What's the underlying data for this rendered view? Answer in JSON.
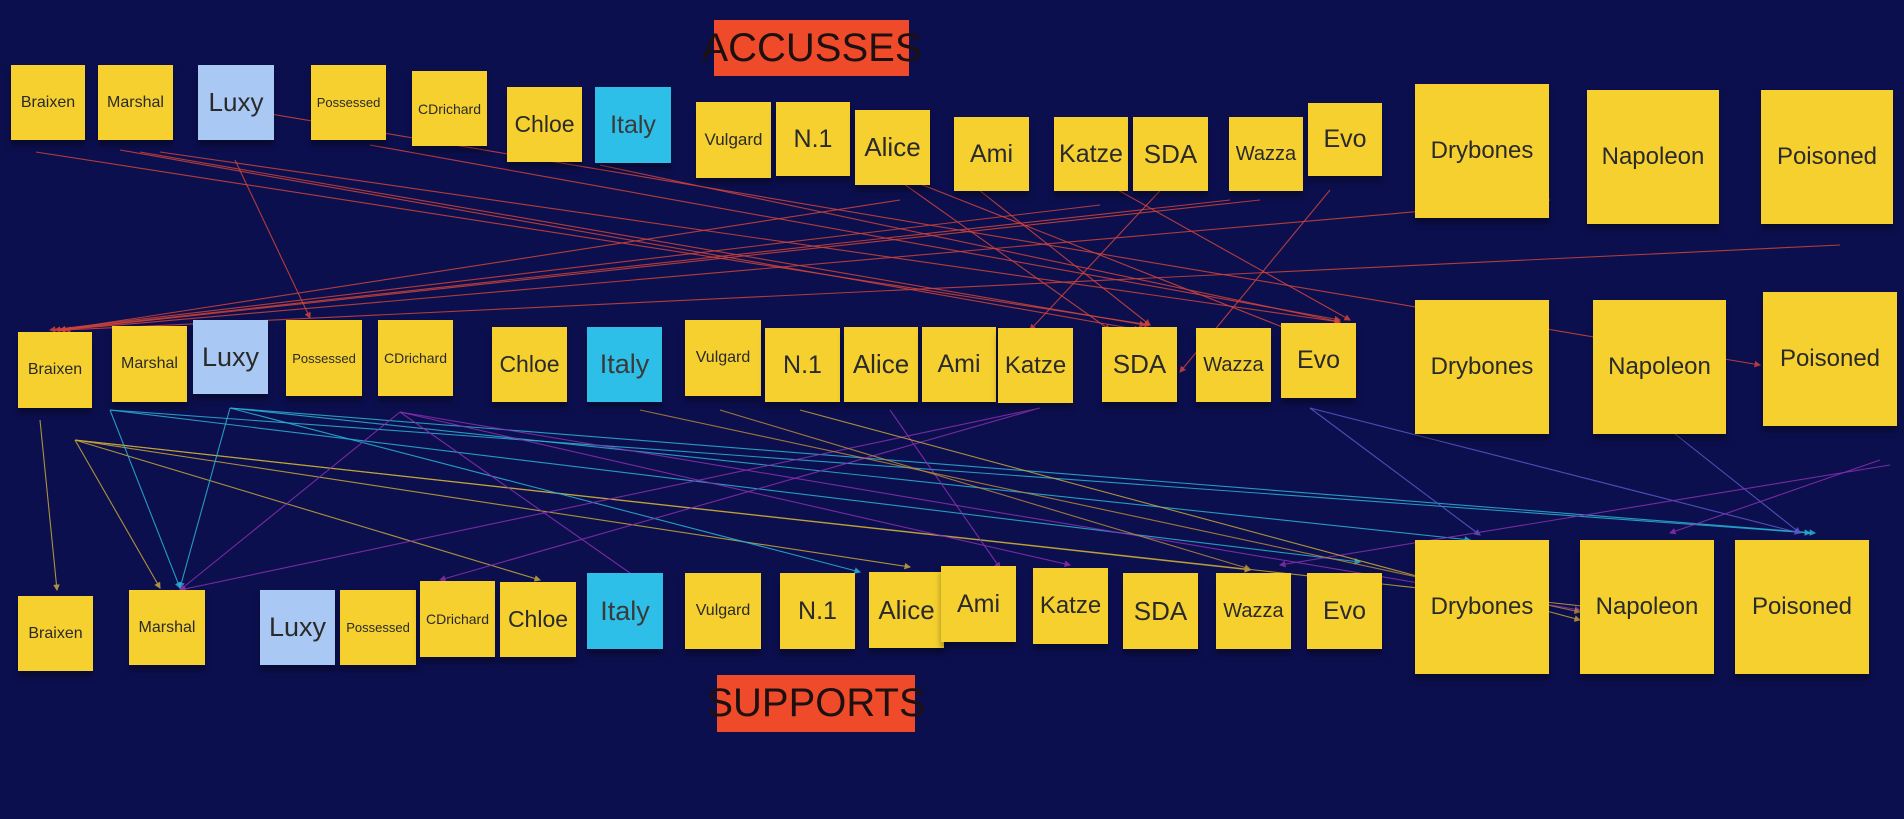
{
  "headers": {
    "accuses": "ACCUSSES",
    "supports": "SUPPORTS"
  },
  "rows": {
    "top": [
      "Braixen",
      "Marshal",
      "Luxy",
      "Possessed",
      "CDrichard",
      "Chloe",
      "Italy",
      "Vulgard",
      "N.1",
      "Alice",
      "Ami",
      "Katze",
      "SDA",
      "Wazza",
      "Evo",
      "Drybones",
      "Napoleon",
      "Poisoned"
    ],
    "middle": [
      "Braixen",
      "Marshal",
      "Luxy",
      "Possessed",
      "CDrichard",
      "Chloe",
      "Italy",
      "Vulgard",
      "N.1",
      "Alice",
      "Ami",
      "Katze",
      "SDA",
      "Wazza",
      "Evo",
      "Drybones",
      "Napoleon",
      "Poisoned"
    ],
    "bottom": [
      "Braixen",
      "Marshal",
      "Luxy",
      "Possessed",
      "CDrichard",
      "Chloe",
      "Italy",
      "Vulgard",
      "N.1",
      "Alice",
      "Ami",
      "Katze",
      "SDA",
      "Wazza",
      "Evo",
      "Drybones",
      "Napoleon",
      "Poisoned"
    ]
  },
  "colors": {
    "background": "#0c0f4e",
    "note_yellow": "#f5d02f",
    "note_lightblue": "#a9c8f3",
    "note_cyan": "#2dbfe8",
    "header_red": "#ef4a2a",
    "accuse_arrow": "#d0453a",
    "support_arrows": [
      "#c9a83a",
      "#2ab3d6",
      "#8a2fb0",
      "#5a58c8",
      "#b88a3a"
    ]
  }
}
